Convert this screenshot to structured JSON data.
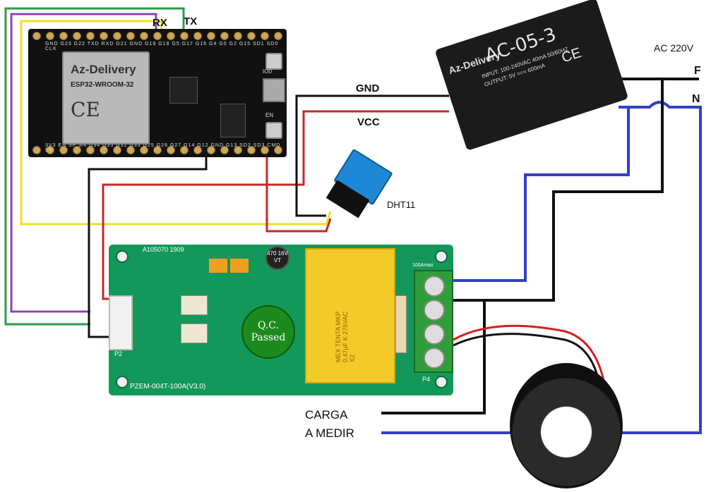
{
  "colors": {
    "wire_black": "#111111",
    "wire_red": "#c62828",
    "wire_yellow": "#e7e02a",
    "wire_purple": "#8e44ad",
    "wire_green": "#2e9a4a",
    "wire_blue": "#3140c8",
    "pcb_green": "#14975a",
    "relay_yellow": "#f4c92a",
    "dht_blue": "#1e88d6"
  },
  "labels": {
    "rx": "RX",
    "tx": "TX",
    "gnd": "GND",
    "vcc": "VCC",
    "ac": "AC  220V",
    "f": "F",
    "n": "N",
    "dht11": "DHT11",
    "carga": "CARGA",
    "a_medir": "A MEDIR"
  },
  "esp32": {
    "brand": "Az-Delivery",
    "model": "ESP32-WROOM-32",
    "cert": "CE",
    "pins_top": "GND G23 G22 TXD RXD G21 GND G19 G18 G5 G17 G16 G4 G0 G2 G15 SD1 SD0 CLK",
    "pins_bottom": "3V3 EN SP SN G34 G35 G32 G33 G25 G26 G27 G14 G12 GND G13 SD2 SD3 CMD 5V",
    "boot_label": "IO0",
    "en_label": "EN"
  },
  "ac05": {
    "brand": "Az-Delivery",
    "model": "AC-05-3",
    "input": "INPUT: 100-240VAC 40mA 50/60HZ",
    "output": "OUTPUT: 5V === 600mA",
    "cert": "CE"
  },
  "pzem": {
    "code": "A105070 1909",
    "model": "PZEM-004T-100A(V3.0)",
    "qc_line1": "Q.C.",
    "qc_line2": "Passed",
    "capacitor": "470 16V VT",
    "relay_text": "MEX TENTA MKP 0.47µF K 275VAC X2",
    "terminal_label": "100Amax",
    "p4": "P4",
    "p2": "P2"
  }
}
